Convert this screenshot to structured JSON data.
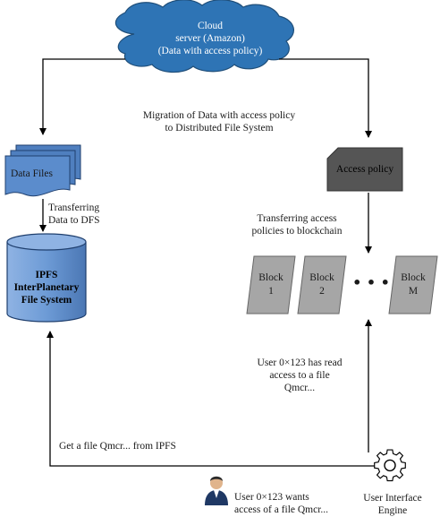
{
  "cloud": {
    "label": "Cloud\nserver (Amazon)\n(Data with access policy)"
  },
  "migration": {
    "label": "Migration of Data with access policy\nto Distributed File System"
  },
  "data_files": {
    "label": "Data Files"
  },
  "access_policy": {
    "label": "Access policy"
  },
  "transfer_dfs": {
    "label": "Transferring\nData to DFS"
  },
  "transfer_policies": {
    "label": "Transferring access\npolicies to blockchain"
  },
  "ipfs": {
    "label": "IPFS\nInterPlanetary\nFile System"
  },
  "blocks": [
    {
      "label": "Block\n1"
    },
    {
      "label": "Block\n2"
    },
    {
      "label": "Block\nM"
    }
  ],
  "ellipsis": "• • •",
  "read_access": {
    "label": "User 0×123 has read\naccess to a file\nQmcr..."
  },
  "get_file": {
    "label": "Get a file Qmcr... from IPFS"
  },
  "user_request": {
    "label": "User 0×123 wants\naccess of a file Qmcr..."
  },
  "engine": {
    "label": "User Interface\nEngine"
  },
  "colors": {
    "cloud_fill": "#2e74b5",
    "data_files_fill": "#4f7fbf",
    "ipfs_fill": "#6d9bd6",
    "policy_fill": "#555555",
    "block_fill": "#a6a6a6"
  }
}
